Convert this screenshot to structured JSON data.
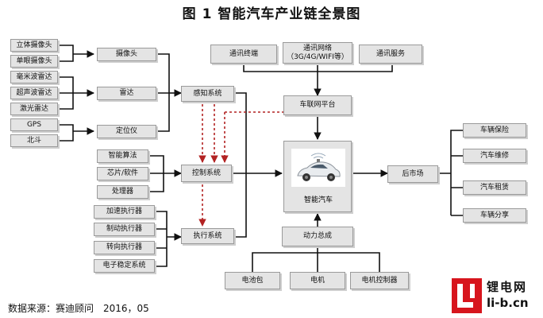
{
  "title": "图 1 智能汽车产业链全景图",
  "sources": {
    "stereo_camera": "立体摄像头",
    "mono_camera": "单眼摄像头",
    "mmwave_radar": "毫米波雷达",
    "ultrasonic_radar": "超声波雷达",
    "laser_radar": "激光雷达",
    "gps": "GPS",
    "beidou": "北斗",
    "smart_algorithm": "智能算法",
    "chip_software": "芯片/软件",
    "processor": "处理器",
    "accel_actuator": "加速执行器",
    "brake_actuator": "制动执行器",
    "steering_actuator": "转向执行器",
    "esc_system": "电子稳定系统"
  },
  "groups": {
    "camera": "摄像头",
    "radar": "雷达",
    "locator": "定位仪"
  },
  "systems": {
    "perception": "感知系统",
    "control": "控制系统",
    "execution": "执行系统"
  },
  "connectivity": {
    "comm_terminal": "通讯终端",
    "comm_network": "通讯网络",
    "comm_network_sub": "（3G/4G/WIFI等）",
    "comm_service": "通讯服务",
    "iov_platform": "车联网平台"
  },
  "center": {
    "smart_car": "智能汽车"
  },
  "powertrain": {
    "assembly": "动力总成",
    "battery_pack": "电池包",
    "motor": "电机",
    "motor_controller": "电机控制器"
  },
  "aftermarket": {
    "hub": "后市场",
    "insurance": "车辆保险",
    "repair": "汽车维修",
    "rental": "汽车租赁",
    "sharing": "车辆分享"
  },
  "footer": "数据来源：赛迪顾问　2016，05",
  "logo": {
    "name": "锂电网",
    "domain": "li-b.cn",
    "mark": "L"
  },
  "colors": {
    "node_fill": "#e4e4e4",
    "line": "#111111",
    "control_arrow": "#b22222",
    "logo": "#d7151d"
  }
}
